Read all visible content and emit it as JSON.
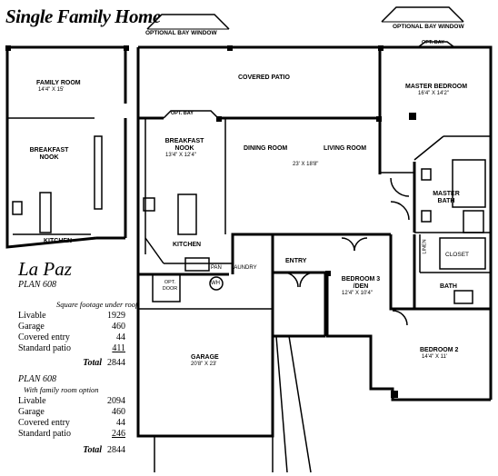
{
  "header": {
    "title": "Single Family Home"
  },
  "bay_windows": [
    {
      "label": "OPTIONAL BAY WINDOW"
    },
    {
      "label": "OPTIONAL BAY WINDOW"
    }
  ],
  "option_plan": {
    "rooms": [
      {
        "name": "FAMILY ROOM",
        "size": "14'4\" X 15'"
      },
      {
        "name": "BREAKFAST NOOK",
        "size": ""
      },
      {
        "name": "KITCHEN",
        "size": ""
      }
    ]
  },
  "main_plan": {
    "rooms": [
      {
        "name": "COVERED PATIO",
        "size": ""
      },
      {
        "name": "MASTER BEDROOM",
        "size": "16'4\" X 14'2\""
      },
      {
        "name": "BREAKFAST NOOK",
        "size": "13'4\" X 12'4\""
      },
      {
        "name": "DINING ROOM",
        "size": ""
      },
      {
        "name": "LIVING ROOM",
        "size": ""
      },
      {
        "name": "23' X 18'8\"",
        "size": ""
      },
      {
        "name": "MASTER BATH",
        "size": ""
      },
      {
        "name": "KITCHEN",
        "size": ""
      },
      {
        "name": "CLOSET",
        "size": ""
      },
      {
        "name": "LINEN",
        "size": ""
      },
      {
        "name": "PAN",
        "size": ""
      },
      {
        "name": "LAUNDRY",
        "size": ""
      },
      {
        "name": "ENTRY",
        "size": ""
      },
      {
        "name": "BEDROOM 3 /DEN",
        "size": "12'4\" X 10'4\""
      },
      {
        "name": "BATH",
        "size": ""
      },
      {
        "name": "OPT. DOOR",
        "size": ""
      },
      {
        "name": "WH",
        "size": ""
      },
      {
        "name": "BEDROOM 2",
        "size": "14'4\" X 11'"
      },
      {
        "name": "GARAGE",
        "size": "20'8\" X 23'"
      }
    ],
    "opt_bay_labels": [
      "OPT. BAY",
      "OPT. BAY"
    ]
  },
  "plan_info": {
    "name": "La Paz",
    "plan_number": "PLAN 608",
    "note": "Square footage under roof:",
    "rows": [
      {
        "label": "Livable",
        "value": "1929"
      },
      {
        "label": "Garage",
        "value": "460"
      },
      {
        "label": "Covered entry",
        "value": "44"
      },
      {
        "label": "Standard patio",
        "value": "411"
      }
    ],
    "total_label": "Total",
    "total_value": "2844"
  },
  "plan_info_option": {
    "plan_number": "PLAN 608",
    "note": "With family room option",
    "rows": [
      {
        "label": "Livable",
        "value": "2094"
      },
      {
        "label": "Garage",
        "value": "460"
      },
      {
        "label": "Covered entry",
        "value": "44"
      },
      {
        "label": "Standard patio",
        "value": "246"
      }
    ],
    "total_label": "Total",
    "total_value": "2844"
  }
}
